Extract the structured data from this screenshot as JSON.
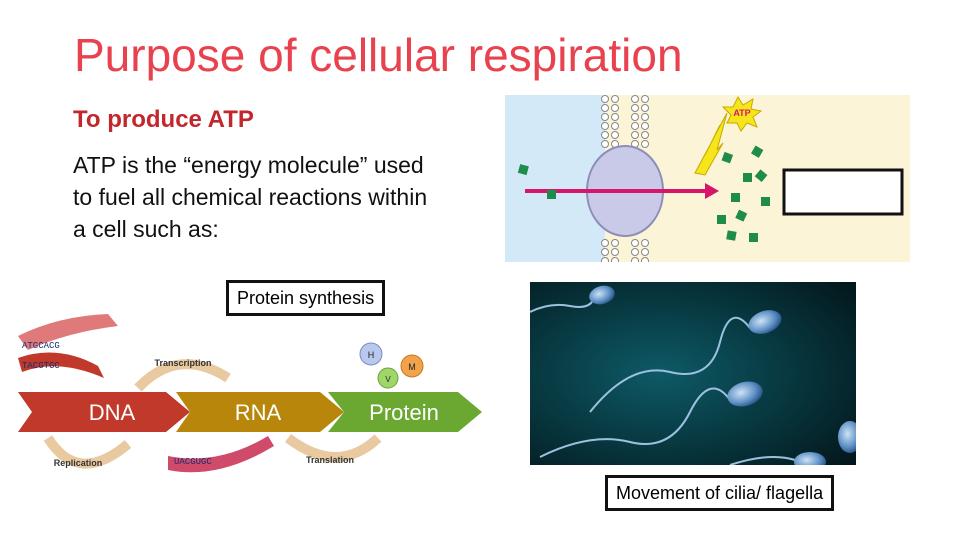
{
  "slide": {
    "title": "Purpose of cellular respiration",
    "subtitle": "To produce ATP",
    "body": "ATP is the “energy molecule” used to fuel all chemical reactions within a cell such as:"
  },
  "membrane_figure": {
    "atp_label": "ATP",
    "blank_label": ""
  },
  "dogma_figure": {
    "dna": "DNA",
    "rna": "RNA",
    "protein": "Protein",
    "transcription": "Transcription",
    "translation": "Translation",
    "replication": "Replication",
    "dna_bases_top": "ATGCACG",
    "dna_bases_bottom": "TACGTGC",
    "rna_bases": "UACGUGC",
    "amino_h": "H",
    "amino_v": "V",
    "amino_m": "M"
  },
  "labels": {
    "protein_synthesis": "Protein synthesis",
    "movement": "Movement of cilia/ flagella"
  },
  "colors": {
    "title": "#e8424e",
    "subtitle": "#c1272d",
    "dna_arrow": "#c0392b",
    "rna_arrow": "#b8860b",
    "protein_arrow": "#6aa832"
  }
}
